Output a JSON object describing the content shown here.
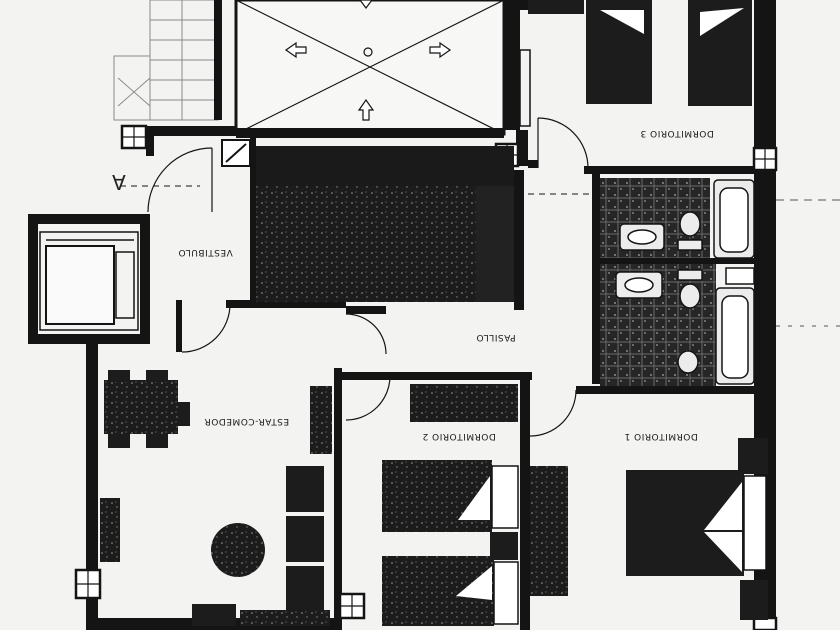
{
  "rooms": {
    "dorm1": "DORMITORIO 1",
    "dorm2": "DORMITORIO 2",
    "dorm3": "DORMITORIO 3",
    "estar": "ESTAR-COMEDOR",
    "pasillo": "PASILLO",
    "vestibulo": "VESTIBULO"
  },
  "section_mark": "A",
  "colors": {
    "wall": "#141414",
    "paper": "#f3f3f1",
    "furniture": "#1c1c1c",
    "fixture": "#ececec"
  }
}
